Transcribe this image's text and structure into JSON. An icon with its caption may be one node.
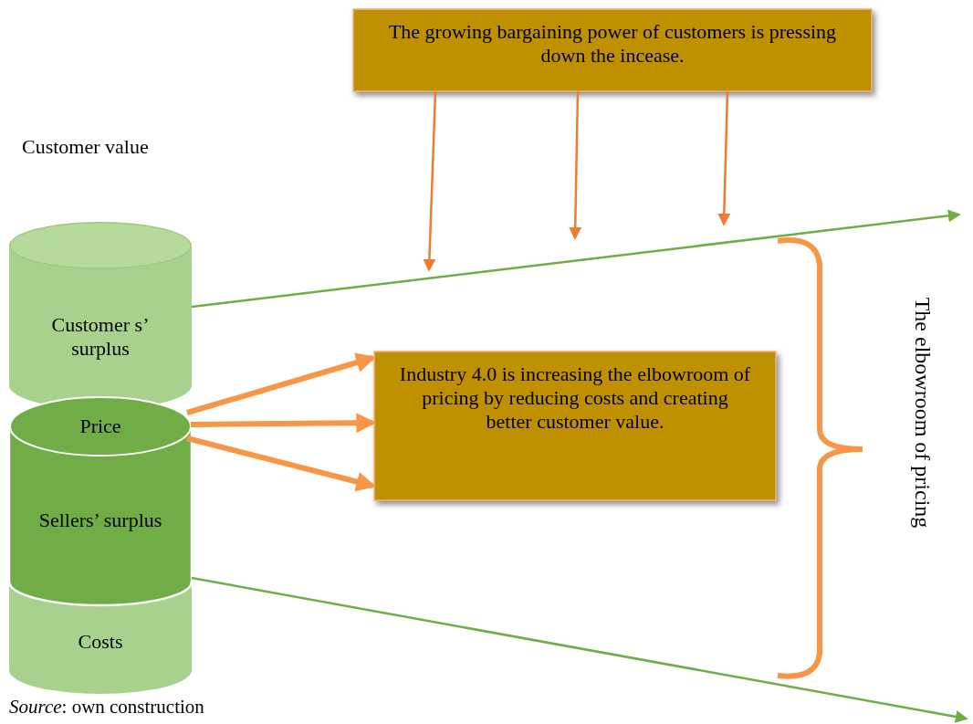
{
  "diagram": {
    "caption": "*Source*: own construction",
    "nodes": [
      {
        "text": [
          "The growing bargaining power of customers is pressing down the incease."
        ]
      },
      {
        "text": [
          "Customer s’ surplus"
        ]
      },
      {
        "text": [
          "Price"
        ]
      },
      {
        "text": [
          "Sellers’ surplus"
        ]
      },
      {
        "text": [
          "Costs"
        ]
      },
      {
        "text": [
          "Industry 4.0 is increasing the elbowroom of pricing by reducing costs and creating better customer value."
        ]
      }
    ],
    "edges": [
      {
        "from": 0,
        "to": null,
        "arrow": "to"
      },
      {
        "from": 0,
        "to": null,
        "arrow": "to"
      },
      {
        "from": 0,
        "to": null,
        "arrow": "to"
      },
      {
        "from": 1,
        "to": null,
        "arrow": "to",
        "color": "#70ad47"
      },
      {
        "from": 3,
        "to": null,
        "arrow": "to",
        "color": "#70ad47"
      },
      {
        "from": 2,
        "to": 5,
        "arrow": "to",
        "style": "thick"
      },
      {
        "from": 2,
        "to": 5,
        "arrow": "to",
        "style": "thick"
      },
      {
        "from": 2,
        "to": 5,
        "arrow": "to",
        "style": "thick"
      }
    ],
    "labels": [
      "Customer value",
      "The elbowroom of pricing"
    ]
  }
}
